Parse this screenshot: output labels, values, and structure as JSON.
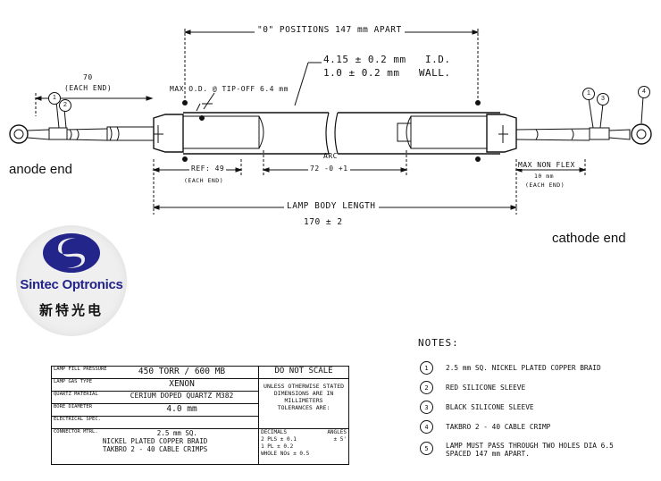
{
  "dimensions": {
    "positions_apart": "\"0\" POSITIONS 147 mm APART",
    "id_line": "4.15 ± 0.2 mm   I.D.",
    "wall_line": "1.0 ± 0.2 mm   WALL.",
    "max_od": "MAX O.D. @ TIP-OFF 6.4 mm",
    "lead_length": "70",
    "each_end_1": "(EACH END)",
    "ref": "REF: 49",
    "each_end_2": "(EACH END)",
    "arc_label": "ARC",
    "arc_value": "72 -0 +1",
    "max_non_flex": "MAX NON FLEX",
    "non_flex_value": "10 mm",
    "each_end_3": "(EACH END)",
    "lamp_body_length": "LAMP BODY LENGTH",
    "lamp_body_value": "170 ± 2"
  },
  "callouts": {
    "c1": "1",
    "c2": "2",
    "c3": "3",
    "c4": "4"
  },
  "labels": {
    "anode": "anode end",
    "cathode": "cathode end"
  },
  "logo": {
    "name": "Sintec Optronics",
    "chinese": "新特光电"
  },
  "notes": {
    "title": "NOTES:",
    "items": [
      {
        "num": "1",
        "text": "2.5 mm SQ. NICKEL PLATED COPPER BRAID"
      },
      {
        "num": "2",
        "text": "RED SILICONE SLEEVE"
      },
      {
        "num": "3",
        "text": "BLACK SILICONE SLEEVE"
      },
      {
        "num": "4",
        "text": "TAKBRO  2 - 40  CABLE CRIMP"
      },
      {
        "num": "5",
        "text": "LAMP MUST PASS THROUGH TWO HOLES DIA 6.5",
        "text2": "SPACED 147 mm APART."
      }
    ]
  },
  "spec_table": {
    "fill_pressure_label": "LAMP FILL PRESSURE",
    "fill_pressure_value": "450 TORR  /  600 MB",
    "gas_label": "LAMP GAS TYPE",
    "gas_value": "XENON",
    "quartz_label": "QUARTZ MATERIAL",
    "quartz_value": "CERIUM DOPED QUARTZ M382",
    "bore_label": "BORE DIAMETER",
    "bore_value": "4.0 mm",
    "electrical_label": "ELECTRICAL SPEC.",
    "electrical_value": "",
    "connector_label": "CONNECTOR MTRL.",
    "connector_line1": "2.5 mm SQ.",
    "connector_line2": "NICKEL PLATED COPPER BRAID",
    "connector_line3": "TAKBRO 2 - 40 CABLE CRIMPS",
    "do_not_scale": "DO NOT SCALE",
    "unless_1": "UNLESS OTHERWISE STATED",
    "unless_2": "DIMENSIONS ARE IN",
    "unless_3": "MILLIMETERS",
    "unless_4": "TOLERANCES ARE:",
    "decimals": "DECIMALS",
    "angles": "ANGLES",
    "tol_2pl": "2 PLS ± 0.1",
    "tol_angle": "± 5'",
    "tol_1pl": "1 PL ± 0.2",
    "tol_whole": "WHOLE NOs ± 0.5"
  }
}
